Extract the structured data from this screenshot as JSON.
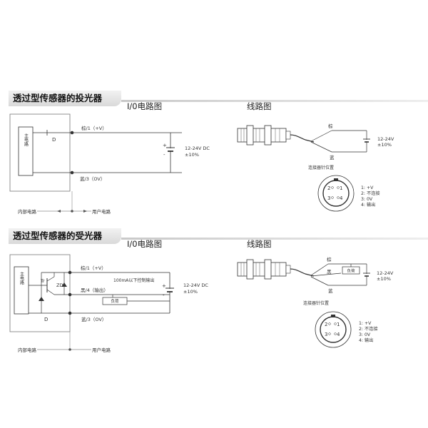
{
  "emitter": {
    "title": "透过型传感器的投光器",
    "io_title": "I/0电路图",
    "wiring_title": "线路图",
    "main_circuit": "主电路",
    "diode": "D",
    "brown": "棕/1（+V）",
    "blue": "蓝/3（OV）",
    "supply": "12-24V DC",
    "tolerance": "±10%",
    "internal": "内部电路",
    "user": "用户电路",
    "wire_brown": "棕",
    "wire_blue": "蓝",
    "w_supply": "12-24V",
    "w_tol": "±10%",
    "pin_pos": "连接器针位置",
    "pins": [
      "1: +V",
      "2: 不连接",
      "3: 0V",
      "4: 输出"
    ]
  },
  "receiver": {
    "title": "透过型传感器的受光器",
    "io_title": "I/0电路图",
    "wiring_title": "线路图",
    "main_circuit": "主电路",
    "tr": "Tr",
    "zd": "ZD",
    "diode": "D",
    "brown": "棕/1（+V）",
    "black": "黑/4（输出）",
    "blue": "蓝/3（OV）",
    "limit": "100mA以下控制输出",
    "load": "负荷",
    "supply": "12-24V DC",
    "tolerance": "±10%",
    "internal": "内部电路",
    "user": "用户电路",
    "wire_brown": "棕",
    "wire_black": "黑",
    "wire_blue": "蓝",
    "w_load": "负荷",
    "w_supply": "12-24V",
    "w_tol": "±10%",
    "pin_pos": "连接器针位置",
    "pins": [
      "1: +V",
      "2: 不连接",
      "3: 0V",
      "4: 输出"
    ]
  }
}
